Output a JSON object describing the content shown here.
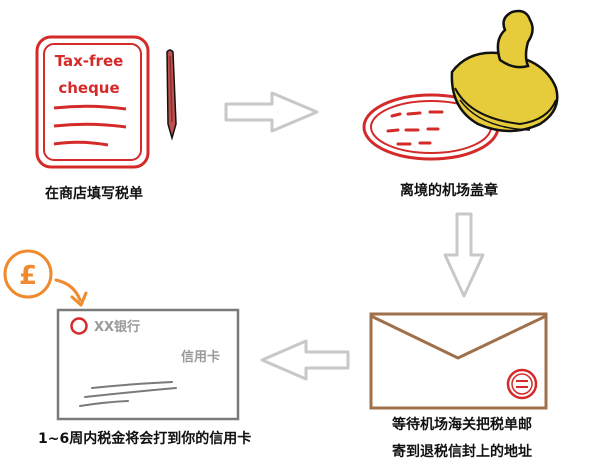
{
  "step1": {
    "cheque_line1": "Tax-free",
    "cheque_line2": "cheque",
    "caption": "在商店填写税单"
  },
  "step2": {
    "caption": "离境的机场盖章"
  },
  "step3": {
    "caption_line1": "等待机场海关把税单邮",
    "caption_line2": "寄到退税信封上的地址"
  },
  "step4": {
    "pound_symbol": "£",
    "bank_name": "XX银行",
    "card_type": "信用卡",
    "caption": "1~6周内税金将会打到你的信用卡"
  },
  "colors": {
    "red": "#d42a2a",
    "stamp_yellow": "#e6cc3a",
    "stamp_outline": "#111111",
    "envelope_brown": "#a0704a",
    "arrow_gray": "#c8c8c8",
    "coin_orange": "#f08a2c",
    "card_gray": "#7a7a7a"
  }
}
